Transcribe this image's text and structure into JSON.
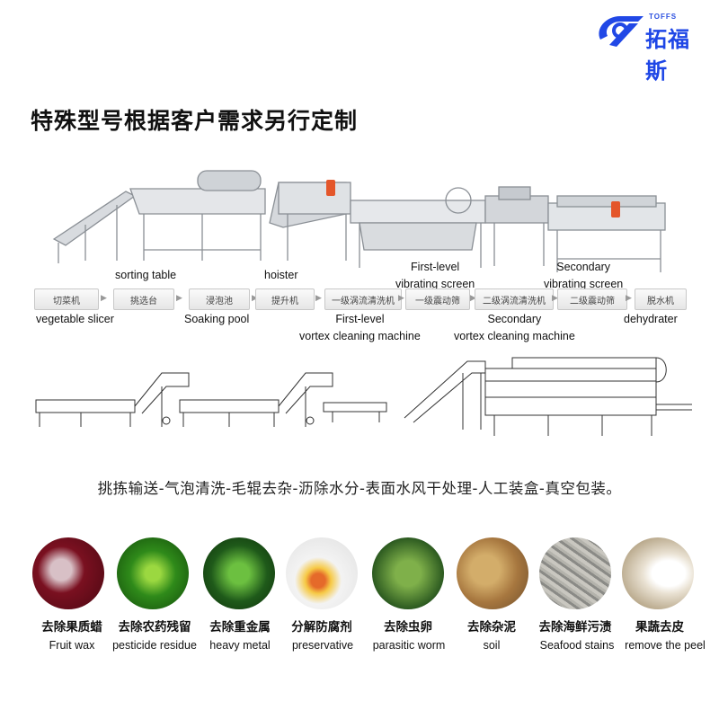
{
  "brand": {
    "small": "TOFFS",
    "name": "拓福斯"
  },
  "headline": "特殊型号根据客户需求另行定制",
  "machine_labels": {
    "sorting_table": "sorting table",
    "hoister": "hoister",
    "first_screen": [
      "First-level",
      "vibrating screen"
    ],
    "second_screen": [
      "Secondary",
      "vibrating screen"
    ],
    "slicer": "vegetable slicer",
    "soaking": "Soaking pool",
    "first_vortex": [
      "First-level",
      "vortex cleaning machine"
    ],
    "second_vortex": [
      "Secondary",
      "vortex cleaning machine"
    ],
    "dehydrater": "dehydrater"
  },
  "flow_steps": [
    "切菜机",
    "挑选台",
    "浸泡池",
    "提升机",
    "一级涡流清洗机",
    "一级震动筛",
    "二级涡流清洗机",
    "二级震动筛",
    "脱水机"
  ],
  "process_text": "挑拣输送-气泡清洗-毛辊去杂-沥除水分-表面水风干处理-人工装盒-真空包装。",
  "benefits": [
    {
      "cn": "去除果质蜡",
      "en": "Fruit wax",
      "icon": "fruit-wax-photo",
      "colors": [
        "#7a1020",
        "#d8c0c6"
      ]
    },
    {
      "cn": "去除农药残留",
      "en": "pesticide residue",
      "icon": "pesticide-microbe-photo",
      "colors": [
        "#2f8a1a",
        "#9bd840"
      ]
    },
    {
      "cn": "去除重金属",
      "en": "heavy metal",
      "icon": "virus-particle-photo",
      "colors": [
        "#1f5a1a",
        "#6cc040"
      ]
    },
    {
      "cn": "分解防腐剂",
      "en": "preservative",
      "icon": "preservative-chemicals-illustration",
      "colors": [
        "#f3f3f3",
        "#e56a2a"
      ]
    },
    {
      "cn": "去除虫卵",
      "en": "parasitic worm",
      "icon": "leaf-worm-photo",
      "colors": [
        "#2c5a20",
        "#7fb04a"
      ]
    },
    {
      "cn": "去除杂泥",
      "en": "soil",
      "icon": "potato-soil-photo",
      "colors": [
        "#6e4e2c",
        "#d3ad6a"
      ]
    },
    {
      "cn": "去除海鲜污渍",
      "en": "Seafood stains",
      "icon": "dried-shrimp-photo",
      "colors": [
        "#8a8a86",
        "#c9c7c0"
      ]
    },
    {
      "cn": "果蔬去皮",
      "en": "remove the peel",
      "icon": "peeled-root-photo",
      "colors": [
        "#d9cdb8",
        "#ffffff"
      ]
    }
  ]
}
